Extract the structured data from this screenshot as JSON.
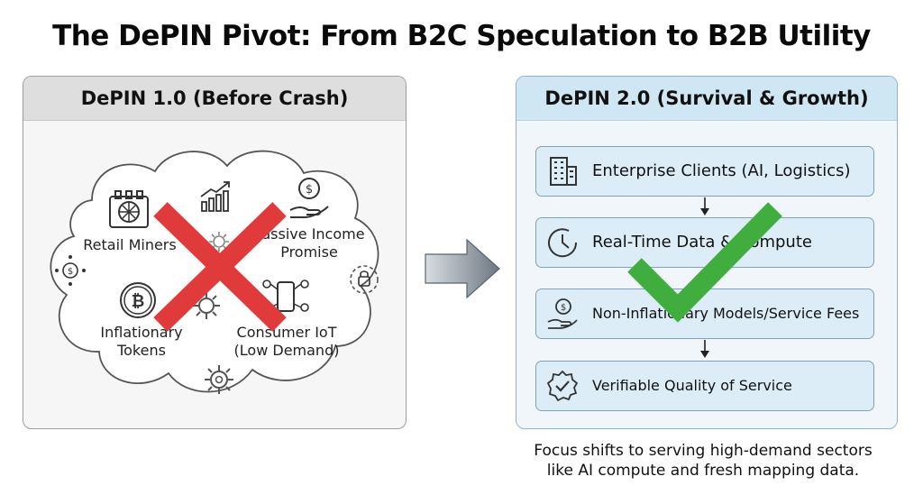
{
  "title": "The DePIN Pivot: From B2C Speculation to B2B Utility",
  "left_panel": {
    "header": "DePIN 1.0 (Before Crash)",
    "items": [
      {
        "label_line1": "Retail Miners",
        "label_line2": "",
        "icon": "mining-rig-icon"
      },
      {
        "label_line1": "Passive Income",
        "label_line2": "Promise",
        "icon": "hand-coin-icon"
      },
      {
        "label_line1": "Inflationary",
        "label_line2": "Tokens",
        "icon": "bitcoin-coin-icon"
      },
      {
        "label_line1": "Consumer IoT",
        "label_line2": "(Low Demand)",
        "icon": "iot-devices-icon"
      }
    ],
    "mark": "red-x-icon"
  },
  "transition_arrow": "gradient-arrow-icon",
  "right_panel": {
    "header": "DePIN 2.0 (Survival & Growth)",
    "items": [
      {
        "label": "Enterprise Clients (AI, Logistics)",
        "icon": "building-icon"
      },
      {
        "label": "Real-Time Data & Compute",
        "icon": "clock-icon"
      },
      {
        "label": "Non-Inflationary Models/Service Fees",
        "icon": "hand-coin-icon"
      },
      {
        "label": "Verifiable Quality of Service",
        "icon": "verified-badge-icon"
      }
    ],
    "mark": "green-check-icon"
  },
  "footer": {
    "line1": "Focus shifts to serving high-demand sectors",
    "line2": "like AI compute and fresh mapping data."
  },
  "colors": {
    "cross": "#e03a3a",
    "check": "#3fae3f",
    "right_header_bg": "#cfe6f3",
    "left_header_bg": "#dedede"
  }
}
